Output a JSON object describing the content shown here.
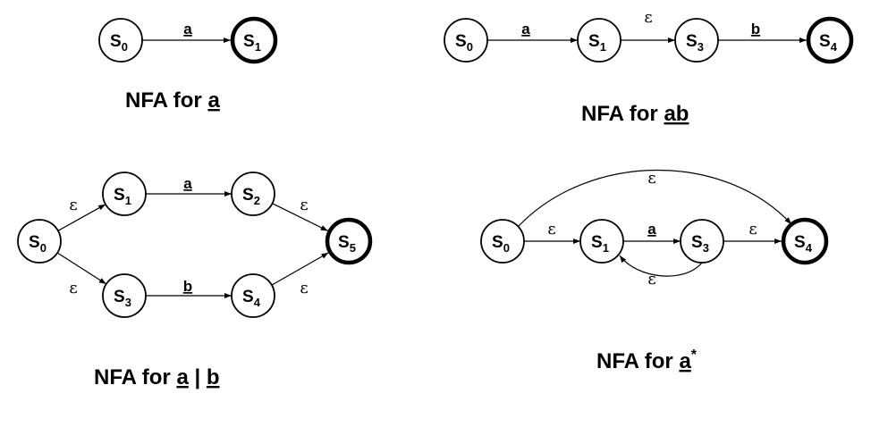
{
  "diagrams": [
    {
      "caption": [
        {
          "t": "NFA for "
        },
        {
          "t": "a",
          "u": true
        }
      ],
      "states": [
        {
          "id": "s0",
          "label": "S",
          "sub": "0",
          "final": false
        },
        {
          "id": "s1",
          "label": "S",
          "sub": "1",
          "final": true
        }
      ],
      "edges": [
        {
          "from": "s0",
          "to": "s1",
          "label": "a",
          "kind": "symbol"
        }
      ]
    },
    {
      "caption": [
        {
          "t": "NFA for "
        },
        {
          "t": "ab",
          "u": true
        }
      ],
      "states": [
        {
          "id": "s0",
          "label": "S",
          "sub": "0",
          "final": false
        },
        {
          "id": "s1",
          "label": "S",
          "sub": "1",
          "final": false
        },
        {
          "id": "s3",
          "label": "S",
          "sub": "3",
          "final": false
        },
        {
          "id": "s4",
          "label": "S",
          "sub": "4",
          "final": true
        }
      ],
      "edges": [
        {
          "from": "s0",
          "to": "s1",
          "label": "a",
          "kind": "symbol"
        },
        {
          "from": "s1",
          "to": "s3",
          "label": "ε",
          "kind": "epsilon"
        },
        {
          "from": "s3",
          "to": "s4",
          "label": "b",
          "kind": "symbol"
        }
      ]
    },
    {
      "caption": [
        {
          "t": "NFA for "
        },
        {
          "t": "a",
          "u": true
        },
        {
          "t": " | "
        },
        {
          "t": "b",
          "u": true
        }
      ],
      "states": [
        {
          "id": "s0",
          "label": "S",
          "sub": "0",
          "final": false
        },
        {
          "id": "s1",
          "label": "S",
          "sub": "1",
          "final": false
        },
        {
          "id": "s2",
          "label": "S",
          "sub": "2",
          "final": false
        },
        {
          "id": "s3",
          "label": "S",
          "sub": "3",
          "final": false
        },
        {
          "id": "s4",
          "label": "S",
          "sub": "4",
          "final": false
        },
        {
          "id": "s5",
          "label": "S",
          "sub": "5",
          "final": true
        }
      ],
      "edges": [
        {
          "from": "s0",
          "to": "s1",
          "label": "ε",
          "kind": "epsilon"
        },
        {
          "from": "s0",
          "to": "s3",
          "label": "ε",
          "kind": "epsilon"
        },
        {
          "from": "s1",
          "to": "s2",
          "label": "a",
          "kind": "symbol"
        },
        {
          "from": "s3",
          "to": "s4",
          "label": "b",
          "kind": "symbol"
        },
        {
          "from": "s2",
          "to": "s5",
          "label": "ε",
          "kind": "epsilon"
        },
        {
          "from": "s4",
          "to": "s5",
          "label": "ε",
          "kind": "epsilon"
        }
      ]
    },
    {
      "caption": [
        {
          "t": "NFA for "
        },
        {
          "t": "a",
          "u": true
        },
        {
          "t": "*",
          "sup": true
        }
      ],
      "states": [
        {
          "id": "s0",
          "label": "S",
          "sub": "0",
          "final": false
        },
        {
          "id": "s1",
          "label": "S",
          "sub": "1",
          "final": false
        },
        {
          "id": "s3",
          "label": "S",
          "sub": "3",
          "final": false
        },
        {
          "id": "s4",
          "label": "S",
          "sub": "4",
          "final": true
        }
      ],
      "edges": [
        {
          "from": "s0",
          "to": "s1",
          "label": "ε",
          "kind": "epsilon"
        },
        {
          "from": "s1",
          "to": "s3",
          "label": "a",
          "kind": "symbol"
        },
        {
          "from": "s3",
          "to": "s4",
          "label": "ε",
          "kind": "epsilon"
        },
        {
          "from": "s3",
          "to": "s1",
          "label": "ε",
          "kind": "epsilon"
        },
        {
          "from": "s0",
          "to": "s4",
          "label": "ε",
          "kind": "epsilon"
        }
      ]
    }
  ]
}
